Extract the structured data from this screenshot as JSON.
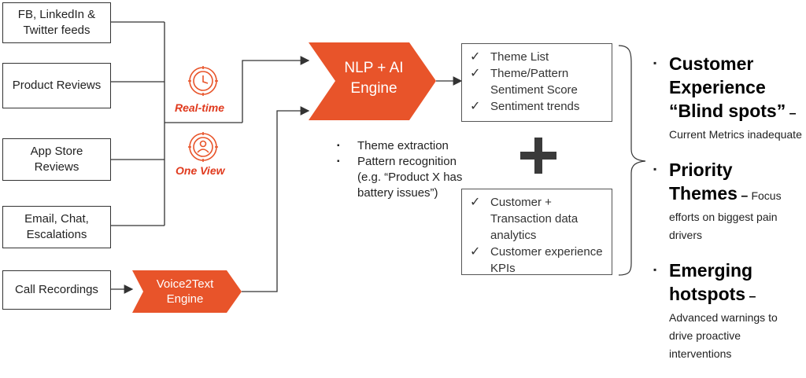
{
  "sources": [
    {
      "id": "social",
      "label": "FB, LinkedIn &\nTwitter feeds"
    },
    {
      "id": "reviews",
      "label": "Product Reviews"
    },
    {
      "id": "appstore",
      "label": "App Store\nReviews"
    },
    {
      "id": "email",
      "label": "Email, Chat,\nEscalations"
    },
    {
      "id": "calls",
      "label": "Call Recordings"
    }
  ],
  "labels": {
    "realtime": "Real-time",
    "oneview": "One View"
  },
  "engines": {
    "nlp": "NLP + AI\nEngine",
    "voice": "Voice2Text\nEngine"
  },
  "engine_bullets": [
    "Theme extraction",
    "Pattern recognition (e.g. “Product X has battery issues”)"
  ],
  "output_top": [
    "Theme List",
    "Theme/Pattern Sentiment Score",
    "Sentiment trends"
  ],
  "output_bottom": [
    "Customer + Transaction data analytics",
    "Customer experience KPIs"
  ],
  "plus_symbol": "+",
  "check_symbol": "✓",
  "bullet_symbol": "▪",
  "insights": [
    {
      "title": "Customer Experience “Blind spots”",
      "dash": " –",
      "desc": "Current Metrics inadequate"
    },
    {
      "title": "Priority Themes",
      "dash": " –",
      "desc": "Focus efforts on biggest pain drivers"
    },
    {
      "title": "Emerging hotspots",
      "dash": " –",
      "desc": "Advanced warnings to drive proactive interventions"
    }
  ],
  "colors": {
    "accent": "#e8542a",
    "accent_text": "#e03a1e",
    "line": "#333333"
  }
}
